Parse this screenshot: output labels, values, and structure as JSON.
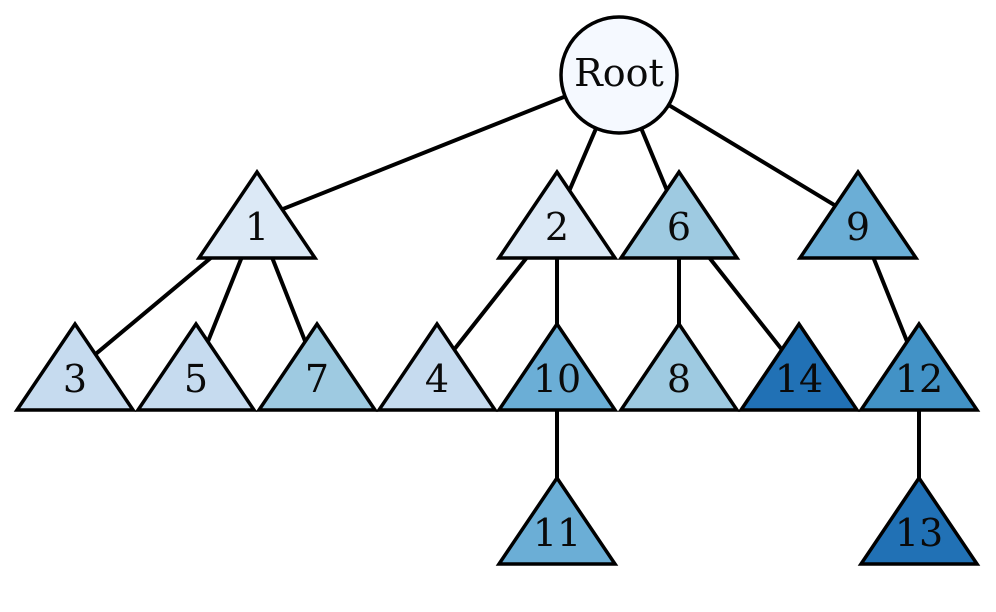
{
  "root": {
    "id": "root",
    "label": "Root",
    "shape": "circle",
    "color": "#f5f9ff"
  },
  "nodes": [
    {
      "id": "n1",
      "label": "1",
      "shape": "triangle",
      "color": "#dce9f6"
    },
    {
      "id": "n2",
      "label": "2",
      "shape": "triangle",
      "color": "#dce9f6"
    },
    {
      "id": "n6",
      "label": "6",
      "shape": "triangle",
      "color": "#9ecae1"
    },
    {
      "id": "n9",
      "label": "9",
      "shape": "triangle",
      "color": "#6baed6"
    },
    {
      "id": "n3",
      "label": "3",
      "shape": "triangle",
      "color": "#c6dbef"
    },
    {
      "id": "n5",
      "label": "5",
      "shape": "triangle",
      "color": "#c6dbef"
    },
    {
      "id": "n7",
      "label": "7",
      "shape": "triangle",
      "color": "#9ecae1"
    },
    {
      "id": "n4",
      "label": "4",
      "shape": "triangle",
      "color": "#c6dbef"
    },
    {
      "id": "n10",
      "label": "10",
      "shape": "triangle",
      "color": "#6baed6"
    },
    {
      "id": "n8",
      "label": "8",
      "shape": "triangle",
      "color": "#9ecae1"
    },
    {
      "id": "n14",
      "label": "14",
      "shape": "triangle",
      "color": "#2171b5"
    },
    {
      "id": "n12",
      "label": "12",
      "shape": "triangle",
      "color": "#4292c6"
    },
    {
      "id": "n11",
      "label": "11",
      "shape": "triangle",
      "color": "#6baed6"
    },
    {
      "id": "n13",
      "label": "13",
      "shape": "triangle",
      "color": "#2171b5"
    }
  ],
  "edges": [
    [
      "root",
      "n1"
    ],
    [
      "root",
      "n2"
    ],
    [
      "root",
      "n6"
    ],
    [
      "root",
      "n9"
    ],
    [
      "n1",
      "n3"
    ],
    [
      "n1",
      "n5"
    ],
    [
      "n1",
      "n7"
    ],
    [
      "n2",
      "n4"
    ],
    [
      "n2",
      "n10"
    ],
    [
      "n6",
      "n8"
    ],
    [
      "n6",
      "n14"
    ],
    [
      "n9",
      "n12"
    ],
    [
      "n10",
      "n11"
    ],
    [
      "n12",
      "n13"
    ]
  ]
}
